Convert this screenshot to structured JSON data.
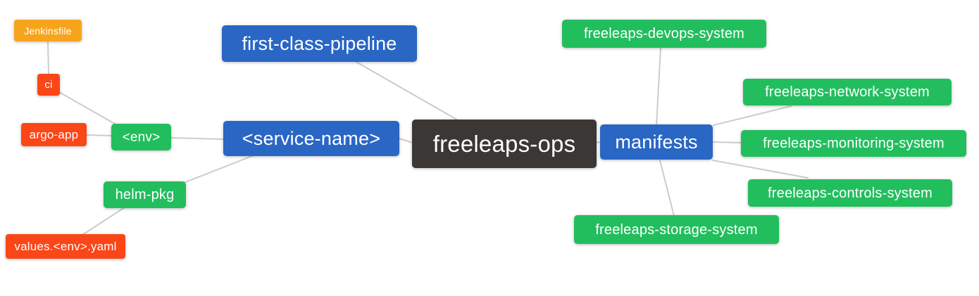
{
  "diagram": {
    "type": "mindmap",
    "root": "freeleaps-ops",
    "colors": {
      "orange": "#f7a41d",
      "red": "#fb4617",
      "green": "#22be5e",
      "blue": "#2a66c4",
      "dark": "#3b3734",
      "edge": "#cccccc",
      "background": "#ffffff",
      "text": "#ffffff"
    },
    "nodes": [
      {
        "id": "jenkinsfile",
        "label": "Jenkinsfile",
        "color": "orange"
      },
      {
        "id": "ci",
        "label": "ci",
        "color": "red"
      },
      {
        "id": "argo-app",
        "label": "argo-app",
        "color": "red"
      },
      {
        "id": "env",
        "label": "<env>",
        "color": "green"
      },
      {
        "id": "first-class-pipeline",
        "label": "first-class-pipeline",
        "color": "blue"
      },
      {
        "id": "service-name",
        "label": "<service-name>",
        "color": "blue"
      },
      {
        "id": "freeleaps-ops",
        "label": "freeleaps-ops",
        "color": "dark"
      },
      {
        "id": "manifests",
        "label": "manifests",
        "color": "blue"
      },
      {
        "id": "helm-pkg",
        "label": "helm-pkg",
        "color": "green"
      },
      {
        "id": "values-env-yaml",
        "label": "values.<env>.yaml",
        "color": "red"
      },
      {
        "id": "devops-system",
        "label": "freeleaps-devops-system",
        "color": "green"
      },
      {
        "id": "network-system",
        "label": "freeleaps-network-system",
        "color": "green"
      },
      {
        "id": "monitoring-system",
        "label": "freeleaps-monitoring-system",
        "color": "green"
      },
      {
        "id": "controls-system",
        "label": "freeleaps-controls-system",
        "color": "green"
      },
      {
        "id": "storage-system",
        "label": "freeleaps-storage-system",
        "color": "green"
      }
    ],
    "edges": [
      [
        "ci",
        "jenkinsfile"
      ],
      [
        "env",
        "ci"
      ],
      [
        "env",
        "argo-app"
      ],
      [
        "service-name",
        "env"
      ],
      [
        "service-name",
        "helm-pkg"
      ],
      [
        "helm-pkg",
        "values-env-yaml"
      ],
      [
        "freeleaps-ops",
        "first-class-pipeline"
      ],
      [
        "freeleaps-ops",
        "service-name"
      ],
      [
        "freeleaps-ops",
        "manifests"
      ],
      [
        "manifests",
        "devops-system"
      ],
      [
        "manifests",
        "network-system"
      ],
      [
        "manifests",
        "monitoring-system"
      ],
      [
        "manifests",
        "controls-system"
      ],
      [
        "manifests",
        "storage-system"
      ]
    ]
  }
}
